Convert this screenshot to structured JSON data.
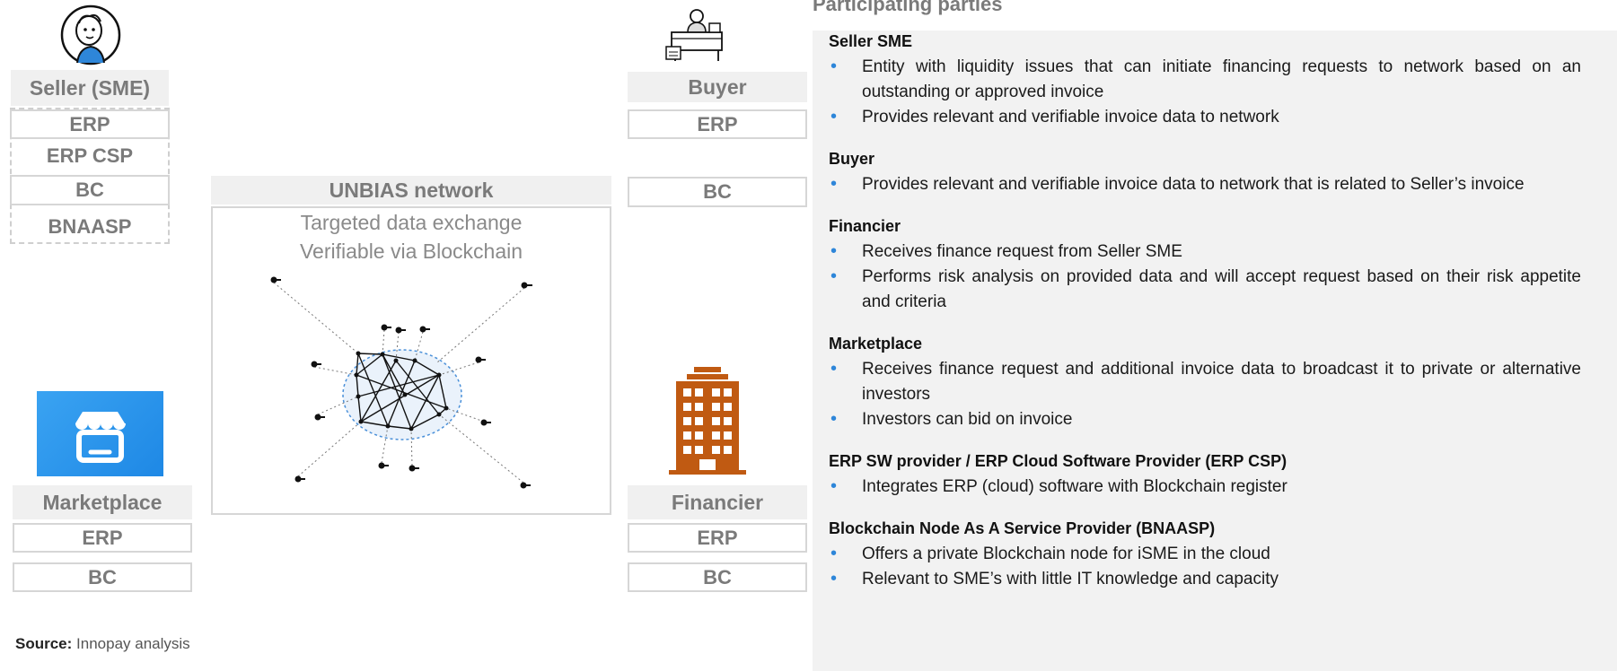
{
  "seller": {
    "title": "Seller (SME)",
    "items": [
      "ERP",
      "ERP CSP",
      "BC",
      "BNAASP"
    ]
  },
  "buyer": {
    "title": "Buyer",
    "items": [
      "ERP",
      "BC"
    ]
  },
  "network": {
    "title": "UNBIAS network",
    "line1": "Targeted data exchange",
    "line2": "Verifiable via Blockchain"
  },
  "marketplace": {
    "title": "Marketplace",
    "items": [
      "ERP",
      "BC"
    ]
  },
  "financier": {
    "title": "Financier",
    "items": [
      "ERP",
      "BC"
    ]
  },
  "parties": {
    "title": "Participating parties",
    "sections": [
      {
        "title": "Seller SME",
        "bullets": [
          "Entity with liquidity issues that can initiate financing requests to network based on an outstanding or approved invoice",
          "Provides relevant and verifiable invoice data to network"
        ]
      },
      {
        "title": "Buyer",
        "bullets": [
          "Provides relevant and verifiable invoice data to network that is related to Seller’s invoice"
        ]
      },
      {
        "title": "Financier",
        "bullets": [
          "Receives finance request from Seller SME",
          "Performs risk analysis on provided data and will accept request based on their risk appetite and criteria"
        ]
      },
      {
        "title": "Marketplace",
        "bullets": [
          "Receives finance request and additional invoice data to broadcast it to private or alternative investors",
          "Investors can bid on invoice"
        ]
      },
      {
        "title": "ERP SW provider / ERP Cloud Software Provider (ERP CSP)",
        "bullets": [
          "Integrates ERP (cloud) software with Blockchain register"
        ]
      },
      {
        "title": "Blockchain Node As A Service Provider (BNAASP)",
        "bullets": [
          "Offers a private Blockchain node for iSME in the cloud",
          "Relevant to SME’s with little IT knowledge and capacity"
        ]
      }
    ]
  },
  "source": {
    "label": "Source:",
    "text": "Innopay analysis"
  },
  "colors": {
    "accent_blue": "#2e86d9",
    "marketplace_blue": "#2196f3",
    "financier_brown": "#c05a12",
    "header_gray": "#f0f0f0"
  }
}
